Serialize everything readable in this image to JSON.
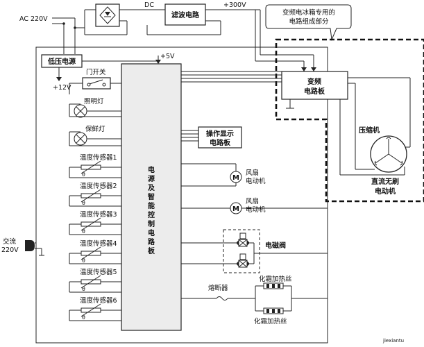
{
  "labels": {
    "ac_in": "AC 220V",
    "dc": "DC",
    "filter": "滤波电路",
    "v300": "+300V",
    "callout": [
      "变频电冰箱专用的",
      "电路组成部分"
    ],
    "lowvolt": "低压电源",
    "v5": "+5V",
    "v12": "+12V",
    "door": "门开关",
    "light1": "照明灯",
    "light2": "保鲜灯",
    "sensors": [
      "温度传感器1",
      "温度传感器2",
      "温度传感器3",
      "温度传感器4",
      "温度传感器5",
      "温度传感器6"
    ],
    "main_board": [
      "电",
      "源",
      "及",
      "智",
      "能",
      "控",
      "制",
      "电",
      "路",
      "板"
    ],
    "inv_board": [
      "变频",
      "电路板"
    ],
    "compressor": "压缩机",
    "bldc": [
      "直流无刷",
      "电动机"
    ],
    "display": [
      "操作显示",
      "电路板"
    ],
    "fan1": [
      "风扇",
      "电动机"
    ],
    "fan2": [
      "风扇",
      "电动机"
    ],
    "motor_symbol": "M",
    "valve": "电磁阀",
    "fuse": "熔断器",
    "heater1": "化霜加热丝",
    "heater2": "化霜加热丝",
    "mains": [
      "交流",
      "220V"
    ],
    "theta": "θ",
    "watermark": "jiexiantu"
  }
}
